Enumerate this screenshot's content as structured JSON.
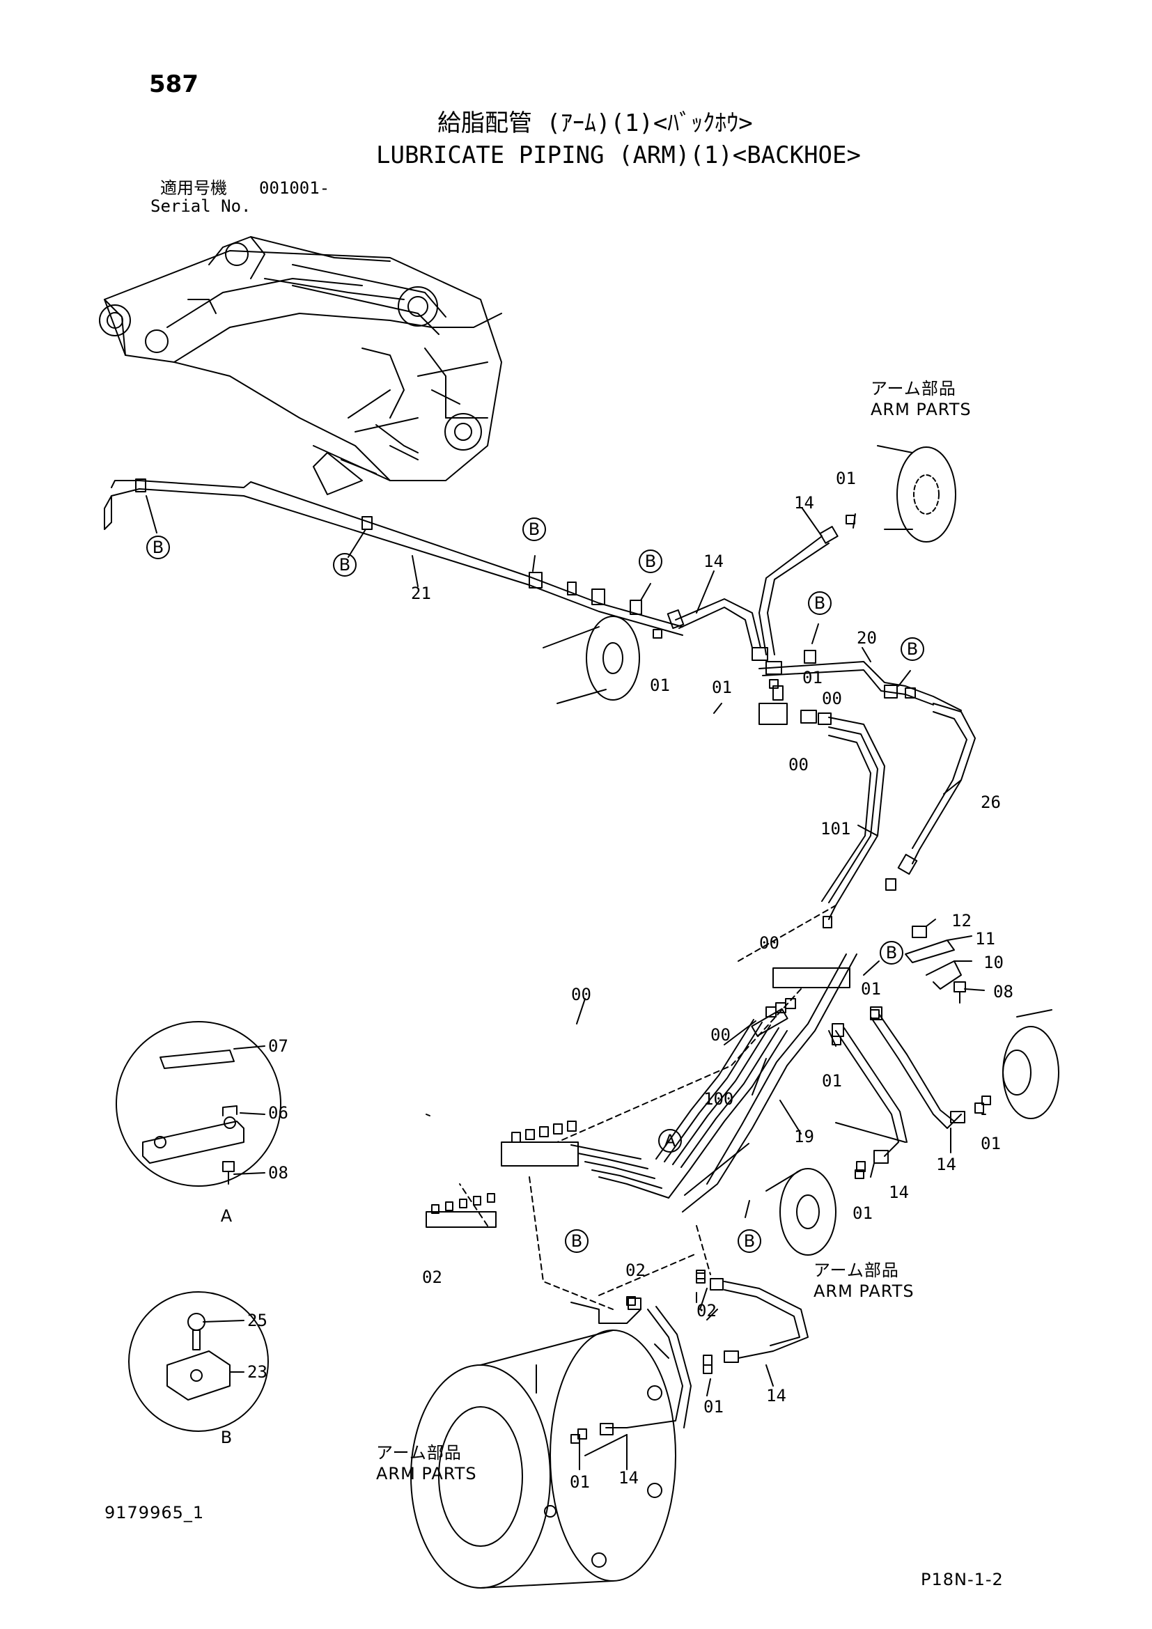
{
  "page_number": "587",
  "title_jp": "給脂配管 (ｱｰﾑ)(1)<ﾊﾞｯｸﾎｳ>",
  "title_en": "LUBRICATE PIPING (ARM)(1)<BACKHOE>",
  "serial_label_jp": "適用号機",
  "serial_value": "001001-",
  "serial_label_en": "Serial No.",
  "arm_parts_jp": "アーム部品",
  "arm_parts_en": "ARM PARTS",
  "bubble_b": "B",
  "bubble_a": "A",
  "detail_a": {
    "label": "A",
    "parts": [
      "07",
      "06",
      "08"
    ]
  },
  "detail_b": {
    "label": "B",
    "parts": [
      "25",
      "23"
    ]
  },
  "callouts": {
    "p21": "21",
    "p14": "14",
    "p01": "01",
    "p00": "00",
    "p20": "20",
    "p26": "26",
    "p101": "101",
    "p12": "12",
    "p11": "11",
    "p10": "10",
    "p08": "08",
    "p100": "100",
    "p19": "19",
    "p02": "02"
  },
  "drawing_no": "9179965_1",
  "page_code": "P18N-1-2"
}
